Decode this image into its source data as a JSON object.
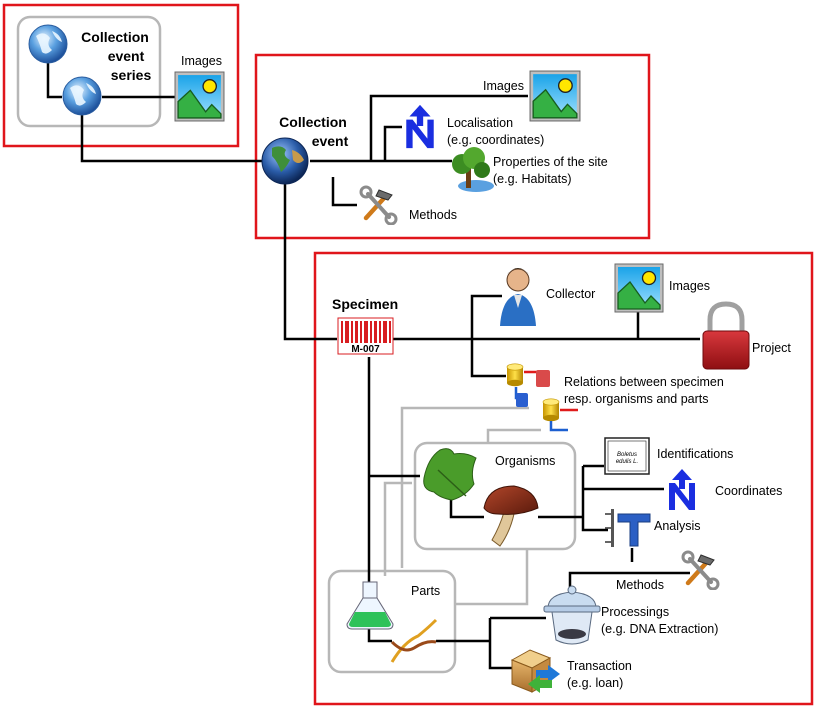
{
  "collection_event_series": {
    "title_lines": [
      "Collection",
      "event",
      "series"
    ],
    "images_label": "Images"
  },
  "collection_event": {
    "title_lines": [
      "Collection",
      "event"
    ],
    "images_label": "Images",
    "localisation_lines": [
      "Localisation",
      "(e.g. coordinates)"
    ],
    "site_lines": [
      "Properties of the site",
      "(e.g. Habitats)"
    ],
    "methods_label": "Methods"
  },
  "specimen": {
    "title": "Specimen",
    "barcode_text": "M-007",
    "collector_label": "Collector",
    "images_label": "Images",
    "project_label": "Project",
    "relations_lines": [
      "Relations between specimen",
      "resp. organisms and parts"
    ],
    "organisms_label": "Organisms",
    "parts_label": "Parts",
    "identification_card_lines": [
      "Boletus",
      "edulis L."
    ],
    "identifications_label": "Identifications",
    "coordinates_label": "Coordinates",
    "analysis_label": "Analysis",
    "methods_label": "Methods",
    "processings_lines": [
      "Processings",
      "(e.g. DNA Extraction)"
    ],
    "transaction_lines": [
      "Transaction",
      "(e.g. loan)"
    ]
  },
  "colors": {
    "frame_red": "#e0151b",
    "connector": "#000000",
    "group_gray": "#b7b7b7"
  }
}
